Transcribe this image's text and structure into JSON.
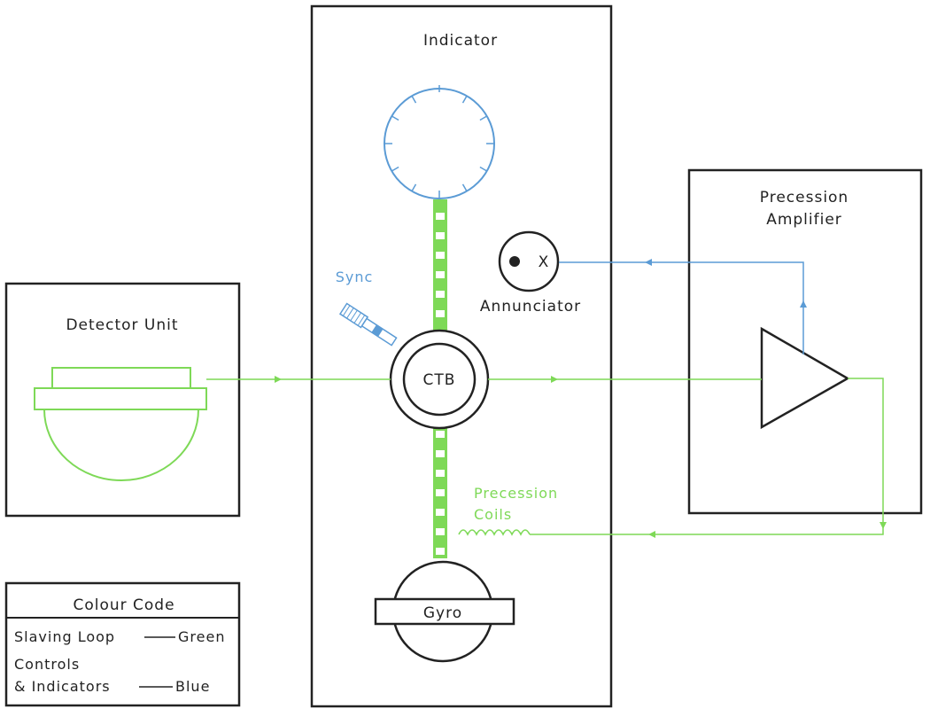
{
  "labels": {
    "indicator": "Indicator",
    "detector_unit": "Detector Unit",
    "precession_amplifier_line1": "Precession",
    "precession_amplifier_line2": "Amplifier",
    "sync": "Sync",
    "annunciator": "Annunciator",
    "annunciator_x": "X",
    "ctb": "CTB",
    "gyro": "Gyro",
    "precession_coils_line1": "Precession",
    "precession_coils_line2": "Coils"
  },
  "legend": {
    "title": "Colour Code",
    "row1": "Slaving Loop",
    "row1_value": "Green",
    "row2_line1": "Controls",
    "row2_line2": "& Indicators",
    "row2_value": "Blue"
  },
  "colors": {
    "slaving_loop": "#7ed957",
    "controls_indicators": "#5b9bd5",
    "outline": "#222222"
  },
  "icons": {
    "annunciator_lamp": "circle-dot-icon",
    "sync_knob": "knob-icon",
    "amplifier": "triangle-amplifier-icon",
    "coils": "coil-icon"
  }
}
